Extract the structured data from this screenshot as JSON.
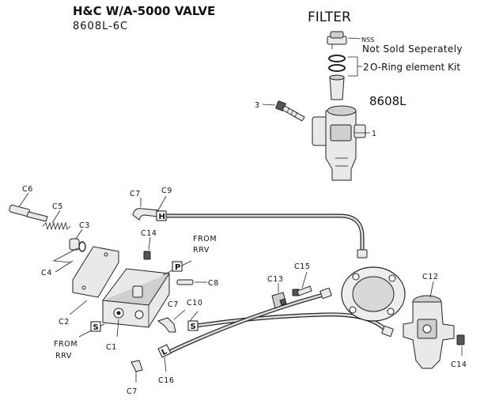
{
  "title": "H&C W/A-5000 VALVE",
  "subtitle": "8608L-6C",
  "filter": {
    "heading": "FILTER",
    "nss_code": "NSS",
    "nss_text": "Not Sold Seperately",
    "oring_qty": "2",
    "oring_text": "O-Ring element Kit",
    "part_number": "8608L",
    "callout_3": "3",
    "callout_1": "1"
  },
  "callouts": {
    "c6": "C6",
    "c5": "C5",
    "c3": "C3",
    "c4": "C4",
    "c2": "C2",
    "c7_top": "C7",
    "c9": "C9",
    "c14_top": "C14",
    "c8": "C8",
    "c7_mid": "C7",
    "c10": "C10",
    "c1": "C1",
    "c7_bottom": "C7",
    "c16": "C16",
    "c13": "C13",
    "c15": "C15",
    "c12": "C12",
    "c14_right": "C14"
  },
  "from_rrv_top": {
    "line1": "FROM",
    "line2": "RRV"
  },
  "from_rrv_left": {
    "line1": "FROM",
    "line2": "RRV"
  },
  "tags": {
    "h": "H",
    "p": "P",
    "s_left": "S",
    "s_mid": "S",
    "l": "L"
  }
}
